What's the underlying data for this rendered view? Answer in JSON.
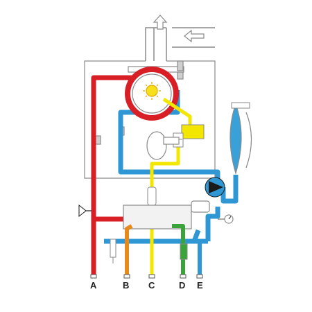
{
  "colors": {
    "hot_water": "#d81f26",
    "cold_water": "#2f97d4",
    "gas": "#f3e600",
    "domestic_hot": "#e48a1f",
    "domestic_cold": "#3aa33a",
    "casing": "#8a8a8a",
    "expansion_vessel": "#3aa1d8",
    "pump": "#1a1a1a",
    "flame": "#f7e01a"
  },
  "icons": {
    "flue_exhaust": "arrow-up-icon",
    "air_intake": "arrow-left-icon",
    "burner": "flame-icon",
    "pump": "pump-icon",
    "pressure_gauge": "gauge-icon"
  },
  "connections": {
    "A": "A",
    "B": "B",
    "C": "C",
    "D": "D",
    "E": "E"
  }
}
